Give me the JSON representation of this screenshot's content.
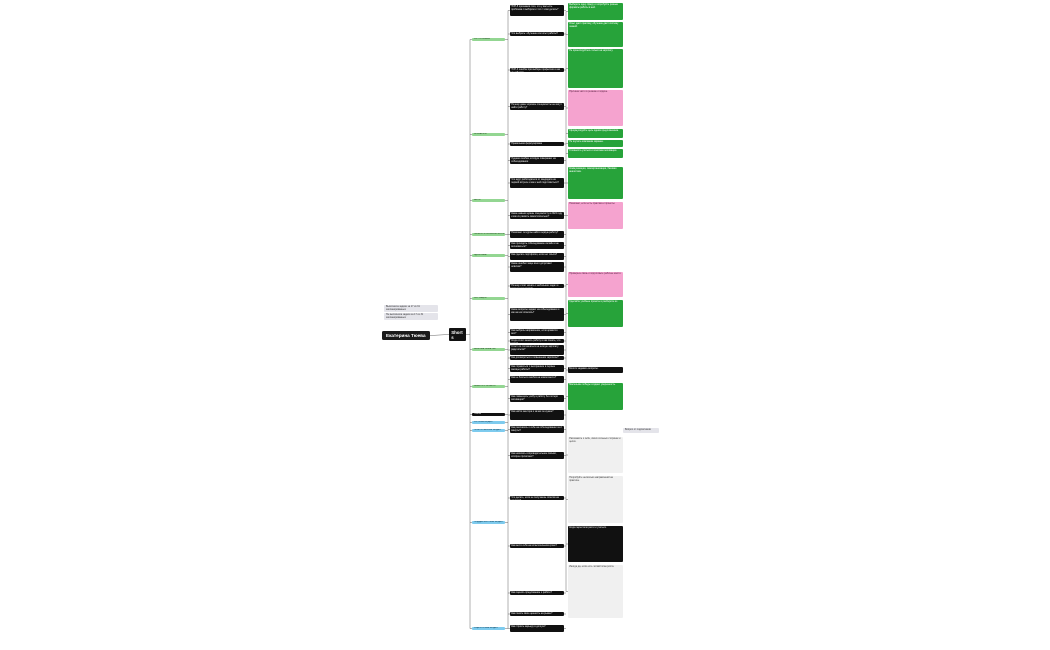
{
  "root": {
    "label": "Екатерина Тюева"
  },
  "hub": {
    "label": "Short s"
  },
  "notes": [
    "Выполнила задачи за 17 из 31 запланированных",
    "Не выполнила задачи за 17 из 31 запланированных"
  ],
  "categories": [
    "ОСТ СПРАВКИ",
    "ЗНАЧЕНИЯ",
    "ВИНА",
    "НАЧАЛО И ВОЗМОЖНОСТИ",
    "ЗДОРОВЬЕ",
    "СИТУАЦИИ",
    "ВАЖНЫЕ ЗАМЕТКИ",
    "ЗАБОТА И СЛАВНО",
    "ТЕМЫ",
    "ОСТРЫЕ ВИДЕО",
    "ПРАКТИЧЕСКИЕ ВИДЕО",
    "ПОДДЕРЖАННЫЕ ВИДЕО",
    "ОЦЕНОЧНЫЕ ВИДЕО"
  ],
  "questions": [
    "ТОП-5 признаков того, что у вас есть проблема с выбором и что с этим делать?",
    "Что выбрать: обучение или опыт работы?",
    "ТОП-3 ошибок при выборе профессии и как их избежать",
    "Почему даже хорошие специалисты не могут найти работу?",
    "Правильная формулировка",
    "Худшая ошибка, которую совершают на собеседовании",
    "Что ждут работодатели от кандидата на первой встрече и как к ней подготовиться?",
    "Какие навыки нужны специалисту в 2024 году и как их развить самостоятельно?",
    "Помогают ли курсы найти первую работу?",
    "Как проходить собеседование онлайн и не волноваться?",
    "Как сделать портфолио, если нет опыта?",
    "Какие ошибки чаще всего допускают новички?",
    "Почему стоит начать с небольших задач и постепенно расти?",
    "Какие вопросы задают на собеседовании и как на них отвечать?",
    "Как выбрать направление, если нравится всё?",
    "Когда стоит менять работу и как понять, что пора?",
    "Стоит ли соглашаться на низкую зарплату ради опыта?",
    "Как договориться о повышении зарплаты?",
    "Как справиться с выгоранием в первые месяцы работы?",
    "Как не бояться ошибок на новом месте?",
    "Как совмещать учёбу и работу без потери мотивации?",
    "Как найти ментора и зачем он нужен?",
    "Как рассказать о себе на собеседовании за 2 минуты?",
    "Как написать сопроводительное письмо, которое прочитают?",
    "Что делать, если не получаешь ответов на отклики?",
    "Как вести себя на испытательном сроке?",
    "Как оценить предложение о работе?",
    "Как понять свою ценность на рынке?",
    "Как строить карьеру в долгую?"
  ],
  "answers": [
    "Выберите одну сферу и попробуйте разные форматы работы в ней.",
    "Опыт даёт практику, обучение даёт систему знаний.",
    "Не ориентируйтесь только на зарплату.",
    "Причина часто в резюме и подаче.",
    "Сформулируйте цель одним предложением.",
    "Не изучить компанию заранее.",
    "Готовность учиться и понятная мотивация.",
    "Коммуникация, самоорганизация, базовая аналитика.",
    "Помогают, если есть практика и проекты.",
    "Проверьте связь и подготовьте рабочее место.",
    "Сделайте учебные проекты и разберите их.",
    "Боятся задавать вопросы.",
    "Маленькие победы создают уверенность.",
    "Расскажите о себе, своих сильных сторонах и целях.",
    "Попробуйте несколько направлений на практике.",
    "Когда перестали расти и учиться.",
    "Иногда да, если есть чёткий план роста."
  ],
  "practical_note": "Вопрос от подписчиков"
}
